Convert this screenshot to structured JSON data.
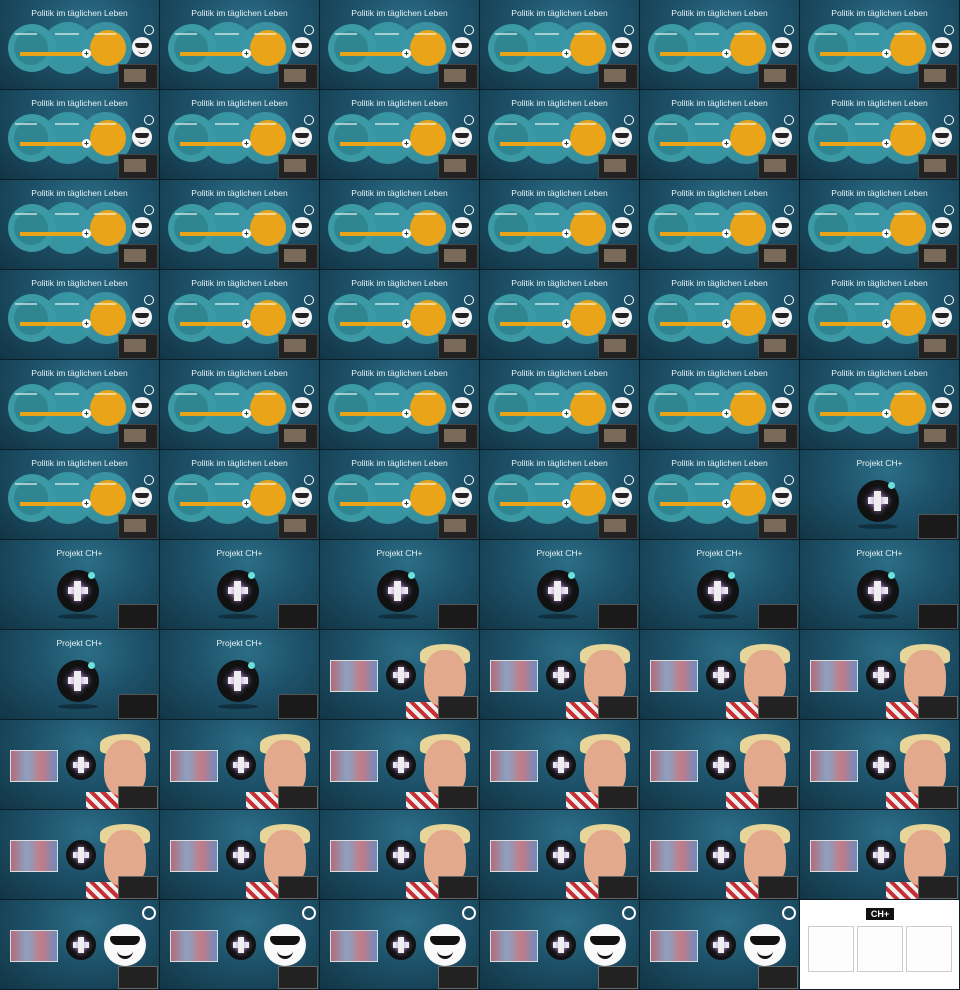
{
  "politik_title": "Politik im täglichen Leben",
  "projekt_title": "Projekt CH+",
  "final_logo": "CH+",
  "colors": {
    "accent": "#eaa41a",
    "teal": "#3b9aa3",
    "background": "#1d5169",
    "shirt": "#c62f33"
  },
  "icons": [
    "plus-logo-icon",
    "sunglasses-smiley-icon",
    "lightbulb-icon"
  ],
  "tiles": [
    "politik",
    "politik",
    "politik",
    "politik",
    "politik",
    "politik",
    "politik",
    "politik",
    "politik",
    "politik",
    "politik",
    "politik",
    "politik",
    "politik",
    "politik",
    "politik",
    "politik",
    "politik",
    "politik",
    "politik",
    "politik",
    "politik",
    "politik",
    "politik",
    "politik",
    "politik",
    "politik",
    "politik",
    "politik",
    "politik",
    "politik",
    "politik",
    "politik",
    "politik",
    "politik",
    "projekt",
    "projekt",
    "projekt",
    "projekt",
    "projekt",
    "projekt",
    "projekt",
    "projekt",
    "projekt",
    "presenter",
    "presenter",
    "presenter",
    "presenter",
    "presenter",
    "presenter",
    "presenter",
    "presenter",
    "presenter",
    "presenter",
    "presenter",
    "presenter",
    "presenter",
    "presenter",
    "presenter",
    "presenter",
    "presenter-smiley",
    "presenter-smiley",
    "presenter-smiley",
    "presenter-smiley",
    "presenter-smiley",
    "final"
  ]
}
